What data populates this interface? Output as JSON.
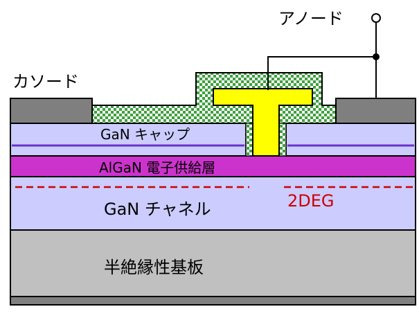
{
  "labels": {
    "anode": "アノード",
    "cathode": "カソード",
    "gan_cap": "GaN キャップ",
    "algan": "AlGaN 電子供給層",
    "gan_channel": "GaN チャネル",
    "two_deg": "2DEG",
    "substrate": "半絶縁性基板"
  },
  "colors": {
    "electrode": "#7f7f7f",
    "gan_layer": "#ccccff",
    "algan_layer": "#cc33cc",
    "cap_line": "#6633cc",
    "two_deg": "#cc0000",
    "substrate": "#c0c0c0",
    "gate_metal": "#ffff00",
    "passivation_green": "#3f9f3f"
  }
}
